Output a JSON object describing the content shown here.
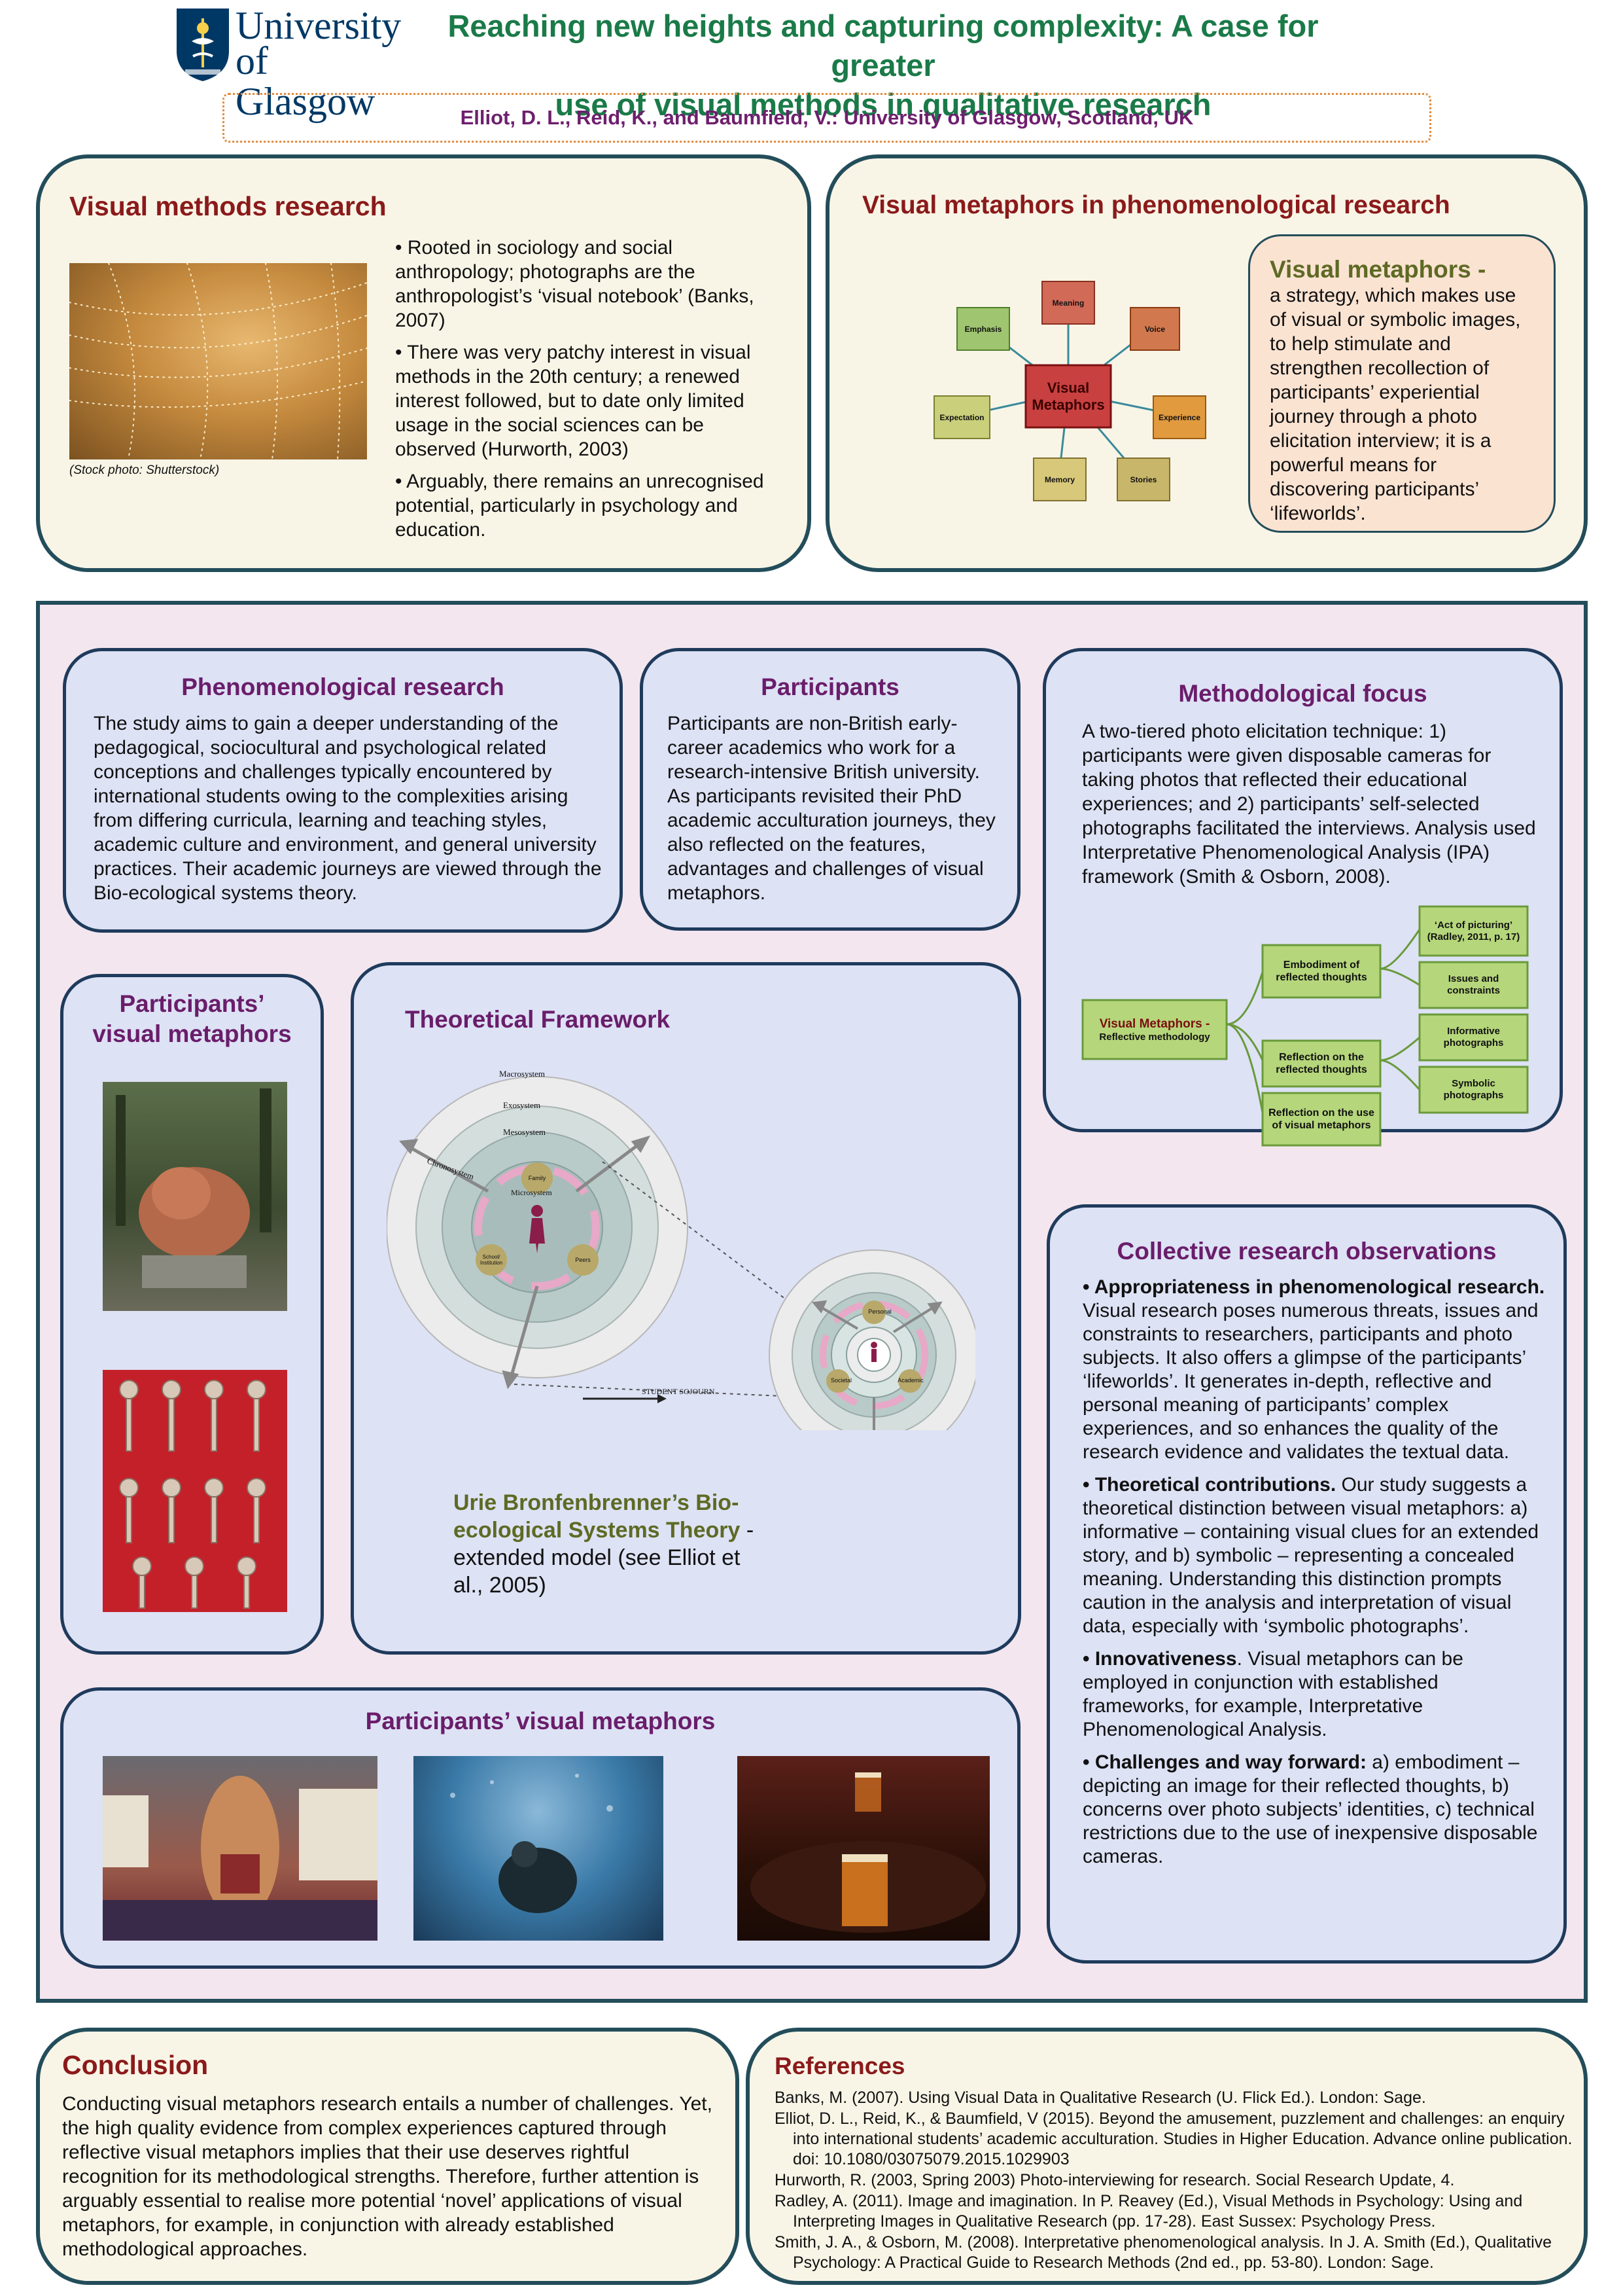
{
  "header": {
    "logo_line1": "University",
    "logo_line2": "of Glasgow",
    "title_line1": "Reaching new heights and capturing complexity: A case for greater",
    "title_line2": "use of visual methods in qualitative research",
    "authors": "Elliot, D. L., Reid, K., and Baumfield, V.: University of Glasgow, Scotland, UK"
  },
  "visual_methods": {
    "heading": "Visual methods research",
    "photo_caption": "(Stock photo: Shutterstock)",
    "bullets": [
      "• Rooted in sociology and social anthropology; photographs are the anthropologist’s ‘visual notebook’ (Banks, 2007)",
      "• There was very patchy interest in visual methods in the 20th century; a renewed interest followed, but to date only limited usage in the social sciences can be observed (Hurworth, 2003)",
      "• Arguably, there remains an unrecognised potential, particularly in psychology and education."
    ]
  },
  "visual_metaphors": {
    "heading": "Visual metaphors in phenomenological research",
    "center": "Visual Metaphors",
    "nodes": [
      "Meaning",
      "Voice",
      "Experience",
      "Stories",
      "Memory",
      "Expectation",
      "Emphasis"
    ],
    "def_title": "Visual metaphors -",
    "def_text": "a strategy, which makes use of visual or symbolic images, to help stimulate and strengthen recollection of participants’ experiential journey through a photo elicitation interview; it is a powerful means for discovering participants’ ‘lifeworlds’."
  },
  "phenomenological": {
    "heading": "Phenomenological research",
    "text": "The study aims to gain a deeper understanding of the pedagogical, sociocultural and psychological related conceptions and challenges typically encountered by international students owing to the complexities arising from differing curricula, learning and teaching styles, academic culture and environment, and general university practices. Their academic journeys are viewed through the Bio-ecological systems theory."
  },
  "participants": {
    "heading": "Participants",
    "text": "Participants are non-British early-career academics who work for a research-intensive British university. As participants revisited their PhD academic acculturation journeys, they also reflected on the features, advantages and challenges of visual metaphors."
  },
  "methodological": {
    "heading": "Methodological focus",
    "text": "A two-tiered photo elicitation technique: 1) participants were given disposable cameras for taking photos that reflected their educational experiences; and 2) participants’ self-selected photographs facilitated the interviews. Analysis used Interpretative Phenomenological Analysis (IPA) framework (Smith & Osborn, 2008).",
    "root_title": "Visual Metaphors -",
    "root_sub": "Reflective methodology",
    "embodiment": "Embodiment of reflected thoughts",
    "reflection1": "Reflection on the reflected thoughts",
    "reflection2": "Reflection on the use of visual metaphors",
    "act": "‘Act of picturing’ (Radley, 2011, p. 17)",
    "issues": "Issues and constraints",
    "informative": "Informative photographs",
    "symbolic": "Symbolic photographs"
  },
  "participants_metaphors_left": {
    "heading_line1": "Participants’",
    "heading_line2": "visual metaphors"
  },
  "theoretical": {
    "heading": "Theoretical Framework",
    "rings": [
      "Macrosystem",
      "Exosystem",
      "Mesosystem",
      "Microsystem",
      "Chronosystem"
    ],
    "labels_left": [
      "Family",
      "School/ Institution",
      "Peers"
    ],
    "labels_right": [
      "Personal",
      "Societal",
      "Academic"
    ],
    "sojourn": "STUDENT SOJOURN",
    "caption_bold": "Urie Bronfenbrenner’s Bio-ecological Systems Theory",
    "caption_rest": " - extended model (see Elliot et al., 2005)"
  },
  "observations": {
    "heading": "Collective research observations",
    "items": [
      {
        "bold": "• Appropriateness in phenomenological research.",
        "text": " Visual research poses numerous threats, issues and constraints to researchers, participants and photo subjects. It also offers a glimpse of the participants’ ‘lifeworlds’. It generates in-depth, reflective and personal meaning of participants’ complex experiences, and so enhances the quality of the research evidence and validates the textual data."
      },
      {
        "bold": "• Theoretical contributions.",
        "text": " Our study suggests a theoretical distinction between visual metaphors: a) informative – containing visual clues for an extended story, and b) symbolic – representing a concealed meaning. Understanding this distinction prompts caution in the analysis and interpretation of visual data, especially with ‘symbolic photographs’."
      },
      {
        "bold": "• Innovativeness",
        "text": ". Visual metaphors can be employed in conjunction with established frameworks, for example, Interpretative Phenomenological Analysis."
      },
      {
        "bold": "• Challenges and way forward:",
        "text": " a) embodiment – depicting an image for their reflected thoughts, b) concerns over photo subjects’ identities, c) technical restrictions due to the use of inexpensive disposable cameras."
      }
    ]
  },
  "participants_metaphors_bottom": {
    "heading": "Participants’ visual metaphors"
  },
  "conclusion": {
    "heading": "Conclusion",
    "text": "Conducting visual metaphors research entails a number of challenges. Yet, the high quality evidence from complex experiences captured through reflective visual metaphors implies that their use deserves rightful recognition for its methodological strengths. Therefore, further attention is arguably essential to realise more potential ‘novel’ applications of visual metaphors, for example, in conjunction with already established methodological approaches."
  },
  "references": {
    "heading": "References",
    "items": [
      "Banks, M. (2007). Using Visual Data in Qualitative Research (U. Flick Ed.). London: Sage.",
      "Elliot, D. L., Reid, K., & Baumfield, V (2015). Beyond the amusement, puzzlement and challenges: an enquiry into international students’ academic acculturation. Studies in Higher Education. Advance online publication. doi: 10.1080/03075079.2015.1029903",
      "Hurworth, R. (2003, Spring 2003) Photo-interviewing for research. Social Research Update, 4.",
      "Radley, A. (2011). Image and imagination. In P. Reavey (Ed.), Visual Methods in Psychology: Using and Interpreting Images in Qualitative Research (pp. 17-28). East Sussex: Psychology Press.",
      "Smith, J. A., & Osborn, M. (2008). Interpretative phenomenological analysis. In J. A. Smith (Ed.), Qualitative Psychology: A Practical Guide to Research Methods (2nd ed., pp. 53-80). London: Sage."
    ]
  },
  "colors": {
    "panel_border": "#234d5a",
    "title_green": "#1a7a48",
    "heading_red": "#8b1a1a",
    "heading_purple": "#6a1d6a"
  }
}
